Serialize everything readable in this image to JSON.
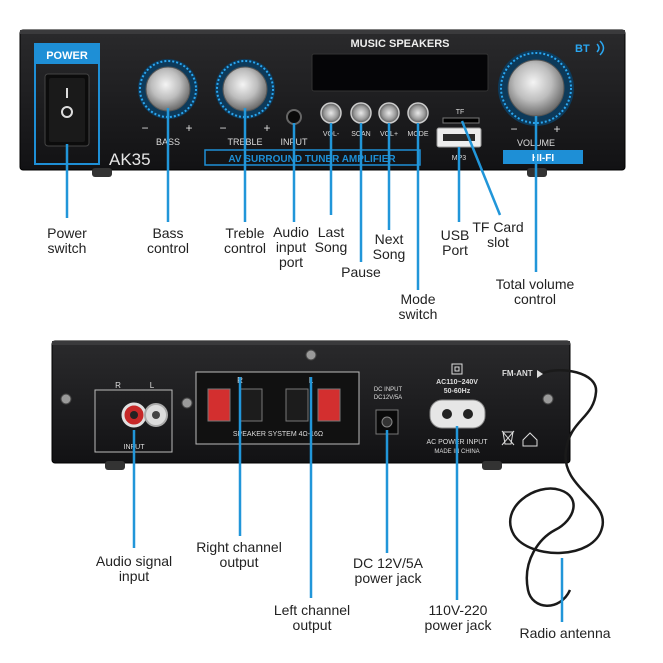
{
  "front_panel": {
    "power_label": "POWER",
    "display_label": "MUSIC SPEAKERS",
    "bt_label": "BT",
    "bass_label": "BASS",
    "treble_label": "TREBLE",
    "input_label": "INPUT",
    "model_label": "AK35",
    "banner_label": "AV SURROUND TUNER AMPLIFIER",
    "vol_minus_label": "VOL-",
    "scan_label": "SCAN",
    "vol_plus_label": "VOL+",
    "mode_label": "MODE",
    "tf_label": "TF",
    "mp3_label": "MP3",
    "volume_label": "VOLUME",
    "hifi_label": "HI-FI",
    "minus_sign": "−",
    "plus_sign": "+"
  },
  "back_panel": {
    "r_label": "R",
    "l_label": "L",
    "input_label": "INPUT",
    "speaker_label": "SPEAKER SYSTEM 4Ω-16Ω",
    "dc_input_label": "DC INPUT",
    "dc_rating_label": "DC12V/5A",
    "ac_rating_label": "AC110~240V",
    "ac_freq_label": "50-60Hz",
    "ac_power_label": "AC POWER INPUT",
    "made_in_label": "MADE IN CHINA",
    "fm_ant_label": "FM-ANT"
  },
  "callouts": {
    "power_switch": "Power\nswitch",
    "bass_control": "Bass\ncontrol",
    "treble_control": "Treble\ncontrol",
    "audio_input_port": "Audio\ninput\nport",
    "last_song": "Last\nSong",
    "pause": "Pause",
    "next_song": "Next\nSong",
    "mode_switch": "Mode\nswitch",
    "usb_port": "USB\nPort",
    "tf_card_slot": "TF Card\nslot",
    "total_volume_control": "Total volume\ncontrol",
    "audio_signal_input": "Audio signal\ninput",
    "right_channel_output": "Right channel\noutput",
    "left_channel_output": "Left channel\noutput",
    "dc_power_jack": "DC 12V/5A\npower jack",
    "ac_power_jack": "110V-220\npower jack",
    "radio_antenna": "Radio antenna"
  },
  "colors": {
    "chassis": "#1b1b1d",
    "accent_blue": "#1e8fd6",
    "leader_blue": "#2196d9",
    "label_text": "#222222"
  }
}
